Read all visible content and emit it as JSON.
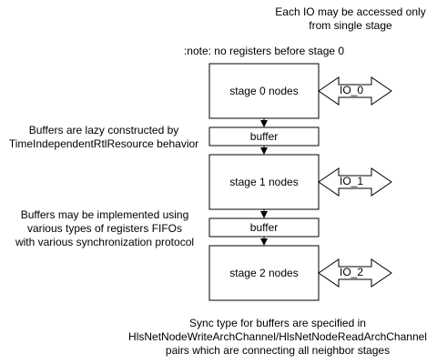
{
  "notes": {
    "io_access": [
      "Each IO may be accessed only",
      "from single stage"
    ],
    "no_registers": ":note: no registers before stage 0",
    "lazy_buffers": [
      "Buffers are lazy constructed by",
      "TimeIndependentRtlResource behavior"
    ],
    "buffer_impl": [
      "Buffers may be implemented using",
      "various types of registers FIFOs",
      "with various synchronization protocol"
    ],
    "sync_type": [
      "Sync type for buffers are specified in",
      "HlsNetNodeWriteArchChannel/HlsNetNodeReadArchChannel",
      "pairs which are connecting all neighbor stages"
    ]
  },
  "stages": [
    {
      "label": "stage 0 nodes",
      "io": "IO_0"
    },
    {
      "label": "stage 1 nodes",
      "io": "IO_1"
    },
    {
      "label": "stage 2 nodes",
      "io": "IO_2"
    }
  ],
  "buffers": [
    {
      "label": "buffer"
    },
    {
      "label": "buffer"
    }
  ],
  "colors": {
    "stroke": "#000000",
    "fill": "#ffffff",
    "text": "#000000"
  }
}
